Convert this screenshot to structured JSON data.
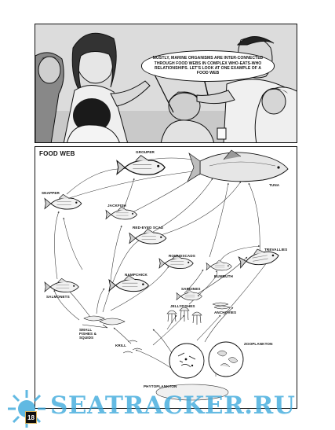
{
  "comic": {
    "speech": "MOSTLY, MARINE ORGANISMS ARE INTER-CONNECTED THROUGH FOOD WEBS IN COMPLEX WHO-EATS-WHO RELATIONSHIPS. LET'S LOOK AT ONE EXAMPLE OF A FOOD WEB"
  },
  "food_web": {
    "title": "FOOD WEB",
    "labels": {
      "grouper": "GROUPER",
      "tuna": "TUNA",
      "snapper": "SNAPPER",
      "jackfish": "JACKFISH",
      "redeyed_scad": "RED-EYED SCAD",
      "trevally": "TREVALLIES",
      "roundscads": "ROUNDSCADS",
      "bumbuth": "BUMBUTH",
      "anchovies": "ANCHOVIES",
      "sardines": "SARDINES",
      "jellyfishes": "JELLYFISHES",
      "sabonetes": "SALMONETS",
      "pompano": "NAMPCHICK",
      "small_fishes": "SMALL FISHES & SQUIDS",
      "krill": "KRILL",
      "zooplankton": "ZOOPLANKTON",
      "phytoplankton": "PHYTOPLANKTON"
    }
  },
  "watermark": {
    "text": "SEATRACKER.RU"
  },
  "page": {
    "number": "18"
  },
  "colors": {
    "watermark": "#3aa8dc",
    "ink": "#111111"
  }
}
